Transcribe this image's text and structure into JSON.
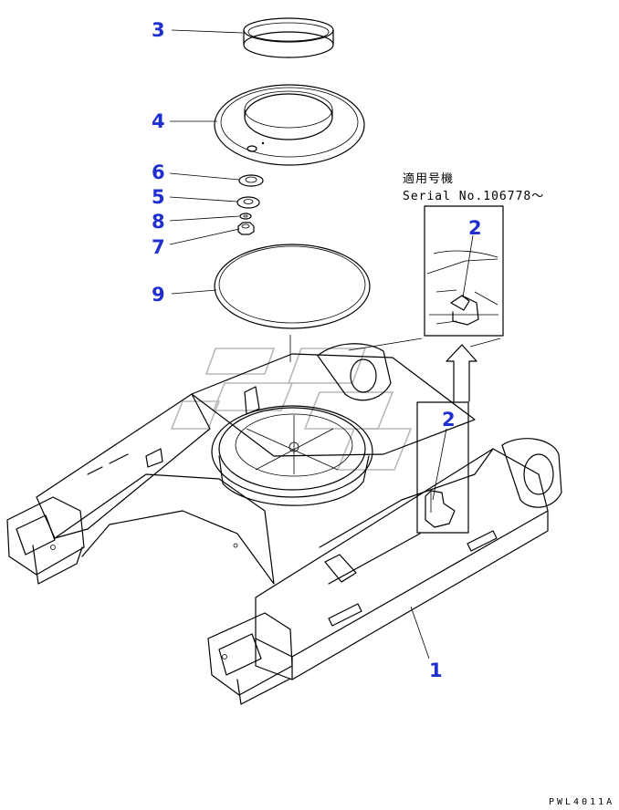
{
  "parts": [
    {
      "key": "p3",
      "label": "3"
    },
    {
      "key": "p4",
      "label": "4"
    },
    {
      "key": "p6",
      "label": "6"
    },
    {
      "key": "p5",
      "label": "5"
    },
    {
      "key": "p8",
      "label": "8"
    },
    {
      "key": "p7",
      "label": "7"
    },
    {
      "key": "p9",
      "label": "9"
    },
    {
      "key": "p2_inset",
      "label": "2"
    },
    {
      "key": "p2_frame",
      "label": "2"
    },
    {
      "key": "p1",
      "label": "1"
    }
  ],
  "inset": {
    "applicability_jp": "適用号機",
    "serial": "Serial No.106778～"
  },
  "drawing_code": "PWL4011A",
  "colors": {
    "callout": "#1f2fd0",
    "line": "#000000",
    "watermark": "#b8b8b8"
  }
}
